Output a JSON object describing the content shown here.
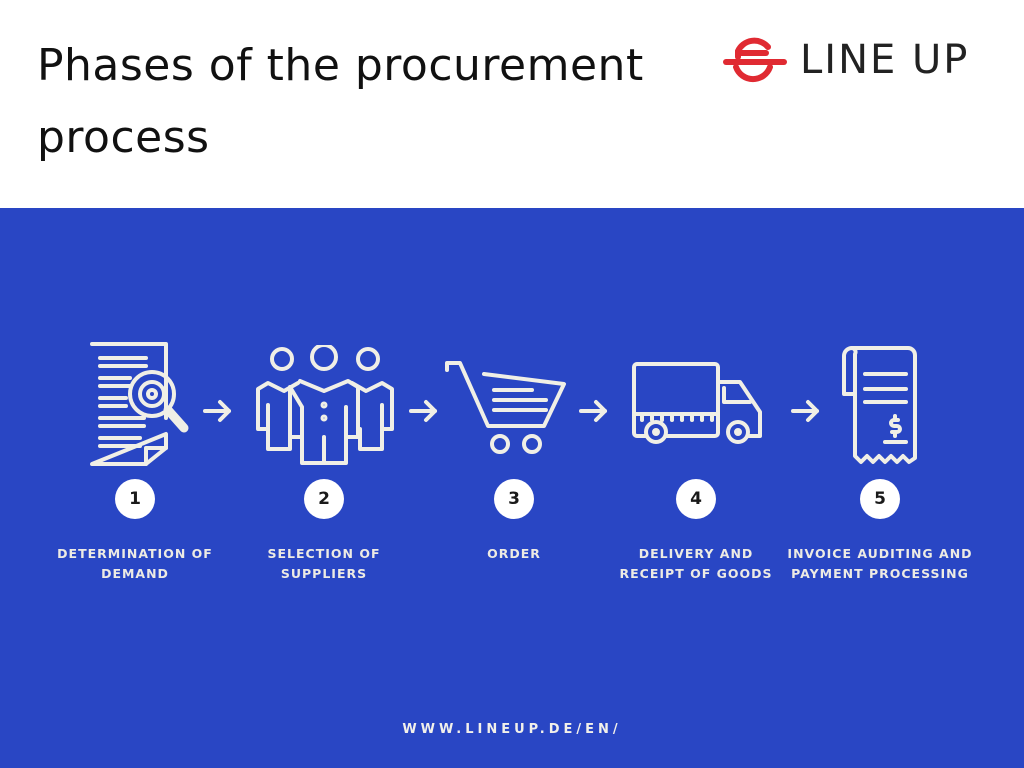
{
  "header": {
    "title_line1": "Phases of the procurement",
    "title_line2": "process",
    "logo": {
      "icon": "line-up-logo-icon",
      "text": "LINE UP",
      "accent": "#E02A32"
    }
  },
  "colors": {
    "band": "#2946C4",
    "icon": "#F0EFE6",
    "badge": "#FFFFFF"
  },
  "steps": [
    {
      "number": "1",
      "icon": "document-search-gear-icon",
      "label_line1": "DETERMINATION OF",
      "label_line2": "DEMAND"
    },
    {
      "number": "2",
      "icon": "group-of-people-icon",
      "label_line1": "SELECTION OF",
      "label_line2": "SUPPLIERS"
    },
    {
      "number": "3",
      "icon": "shopping-cart-icon",
      "label_line1": "ORDER",
      "label_line2": ""
    },
    {
      "number": "4",
      "icon": "delivery-truck-icon",
      "label_line1": "DELIVERY AND",
      "label_line2": "RECEIPT OF GOODS"
    },
    {
      "number": "5",
      "icon": "invoice-receipt-icon",
      "label_line1": "INVOICE AUDITING AND",
      "label_line2": "PAYMENT PROCESSING"
    }
  ],
  "connector_icon": "arrow-right-icon",
  "footer": {
    "url": "WWW.LINEUP.DE/EN/"
  }
}
